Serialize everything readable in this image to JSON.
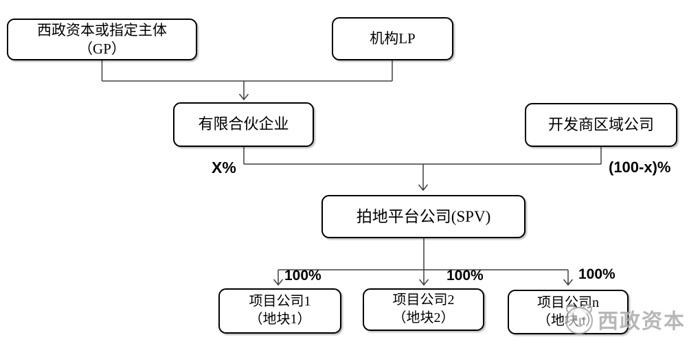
{
  "diagram": {
    "nodes": {
      "gp": {
        "line1": "西政资本或指定主体",
        "line2": "（GP）"
      },
      "lp": {
        "label": "机构LP"
      },
      "partnership": {
        "label": "有限合伙企业"
      },
      "developer": {
        "label": "开发商区域公司"
      },
      "spv": {
        "label": "拍地平台公司(SPV)"
      },
      "project1": {
        "line1": "项目公司1",
        "line2": "（地块1）"
      },
      "project2": {
        "line1": "项目公司2",
        "line2": "（地块2）"
      },
      "projectn": {
        "line1": "项目公司n",
        "line2": "（地块n）"
      }
    },
    "edge_labels": {
      "x_percent": "X%",
      "complement_percent": "(100-x)%",
      "ownership_1": "100%",
      "ownership_2": "100%",
      "ownership_3": "100%"
    },
    "colors": {
      "line": "#3f3f3f",
      "box_border": "#000000",
      "background": "#ffffff",
      "watermark": "#a3a3a3"
    }
  },
  "watermark": {
    "brand": "西政资本",
    "logo": "panda-face-logo"
  }
}
